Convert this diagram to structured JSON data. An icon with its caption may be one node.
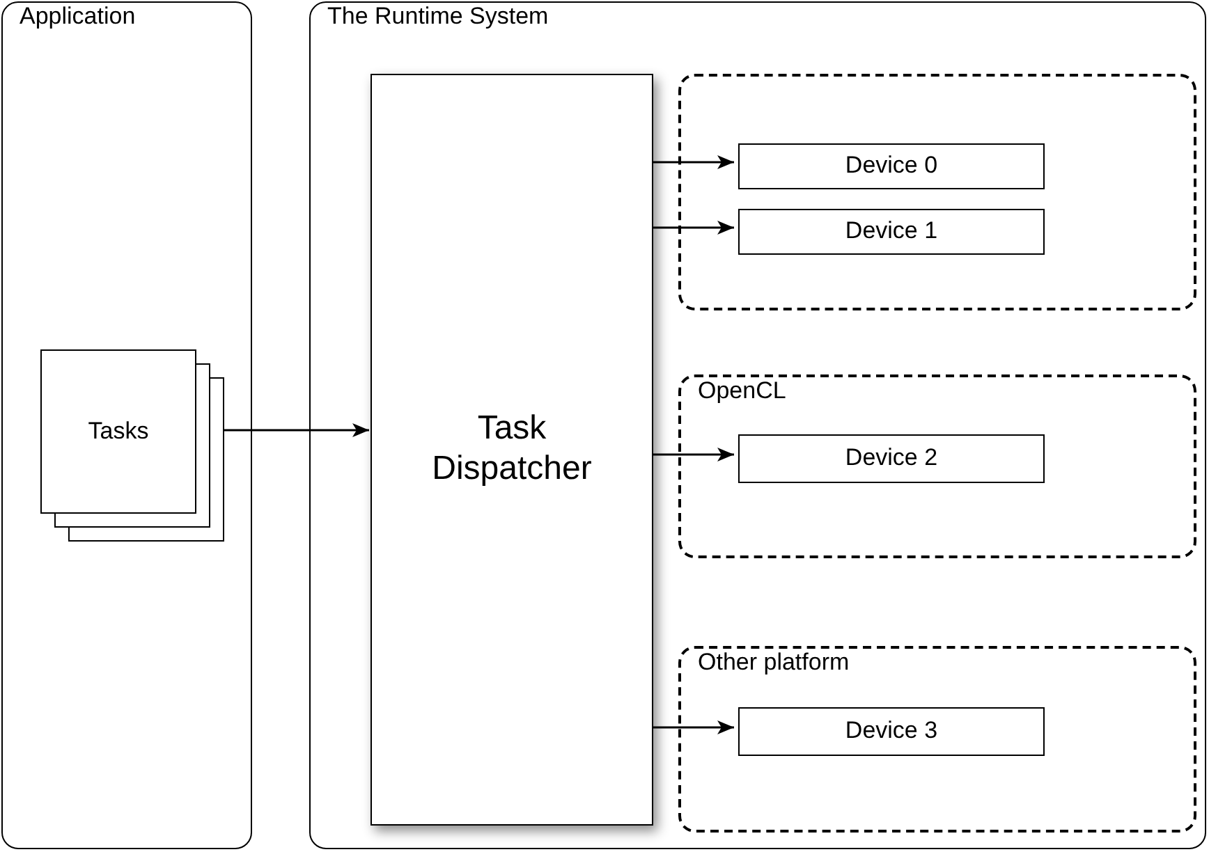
{
  "diagram": {
    "nodes": [
      {
        "text": [
          "Application"
        ]
      },
      {
        "text": [
          "Tasks"
        ],
        "in": 0
      },
      {
        "text": [
          "The Runtime System"
        ]
      },
      {
        "text": [
          "Task Dispatcher"
        ],
        "in": 2
      },
      {
        "text": [],
        "shape": "box",
        "in": 2
      },
      {
        "text": [
          "Device 0"
        ],
        "in": 4
      },
      {
        "text": [
          "Device 1"
        ],
        "in": 4
      },
      {
        "text": [
          "OpenCL"
        ],
        "in": 2
      },
      {
        "text": [
          "Device 2"
        ],
        "in": 7
      },
      {
        "text": [
          "Other platform"
        ],
        "in": 2
      },
      {
        "text": [
          "Device 3"
        ],
        "in": 9
      }
    ],
    "edges": [
      {
        "from": 1,
        "to": 3,
        "arrow": "to"
      },
      {
        "from": 3,
        "to": 5,
        "arrow": "to"
      },
      {
        "from": 3,
        "to": 6,
        "arrow": "to"
      },
      {
        "from": 3,
        "to": 8,
        "arrow": "to"
      },
      {
        "from": 3,
        "to": 10,
        "arrow": "to"
      }
    ]
  }
}
